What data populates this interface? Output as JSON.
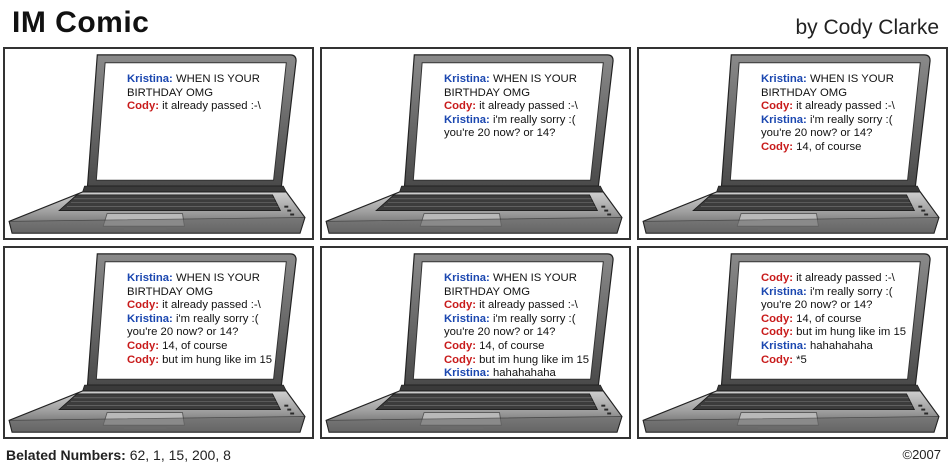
{
  "header": {
    "title": "IM Comic",
    "byline": "by Cody Clarke"
  },
  "colors": {
    "kristina": "#1b47b0",
    "cody": "#c81b1b"
  },
  "panels": [
    {
      "lines": [
        {
          "speaker": "Kristina:",
          "cls": "k",
          "text": " WHEN IS YOUR\nBIRTHDAY OMG"
        },
        {
          "speaker": "Cody:",
          "cls": "c",
          "text": " it already passed :-\\"
        }
      ]
    },
    {
      "lines": [
        {
          "speaker": "Kristina:",
          "cls": "k",
          "text": " WHEN IS YOUR\nBIRTHDAY OMG"
        },
        {
          "speaker": "Cody:",
          "cls": "c",
          "text": " it already passed :-\\"
        },
        {
          "speaker": "Kristina:",
          "cls": "k",
          "text": " i'm really sorry :(\nyou're 20 now? or 14?"
        }
      ]
    },
    {
      "lines": [
        {
          "speaker": "Kristina:",
          "cls": "k",
          "text": " WHEN IS YOUR\nBIRTHDAY OMG"
        },
        {
          "speaker": "Cody:",
          "cls": "c",
          "text": " it already passed :-\\"
        },
        {
          "speaker": "Kristina:",
          "cls": "k",
          "text": " i'm really sorry :(\nyou're 20 now? or 14?"
        },
        {
          "speaker": "Cody:",
          "cls": "c",
          "text": " 14, of course"
        }
      ]
    },
    {
      "lines": [
        {
          "speaker": "Kristina:",
          "cls": "k",
          "text": " WHEN IS YOUR\nBIRTHDAY OMG"
        },
        {
          "speaker": "Cody:",
          "cls": "c",
          "text": " it already passed :-\\"
        },
        {
          "speaker": "Kristina:",
          "cls": "k",
          "text": " i'm really sorry :(\nyou're 20 now? or 14?"
        },
        {
          "speaker": "Cody:",
          "cls": "c",
          "text": " 14, of course"
        },
        {
          "speaker": "Cody:",
          "cls": "c",
          "text": " but im hung like im 15"
        }
      ]
    },
    {
      "lines": [
        {
          "speaker": "Kristina:",
          "cls": "k",
          "text": " WHEN IS YOUR\nBIRTHDAY OMG"
        },
        {
          "speaker": "Cody:",
          "cls": "c",
          "text": " it already passed :-\\"
        },
        {
          "speaker": "Kristina:",
          "cls": "k",
          "text": " i'm really sorry :(\nyou're 20 now? or 14?"
        },
        {
          "speaker": "Cody:",
          "cls": "c",
          "text": " 14, of course"
        },
        {
          "speaker": "Cody:",
          "cls": "c",
          "text": " but im hung like im 15"
        },
        {
          "speaker": "Kristina:",
          "cls": "k",
          "text": " hahahahaha"
        }
      ]
    },
    {
      "lines": [
        {
          "speaker": "Cody:",
          "cls": "c",
          "text": " it already passed :-\\"
        },
        {
          "speaker": "Kristina:",
          "cls": "k",
          "text": " i'm really sorry :(\nyou're 20 now? or 14?"
        },
        {
          "speaker": "Cody:",
          "cls": "c",
          "text": " 14, of course"
        },
        {
          "speaker": "Cody:",
          "cls": "c",
          "text": " but im hung like im 15"
        },
        {
          "speaker": "Kristina:",
          "cls": "k",
          "text": " hahahahaha"
        },
        {
          "speaker": "Cody:",
          "cls": "c",
          "text": " *5"
        }
      ]
    }
  ],
  "footer": {
    "label": "Belated Numbers:",
    "numbers": " 62, 1, 15, 200, 8",
    "copyright": "©2007"
  }
}
